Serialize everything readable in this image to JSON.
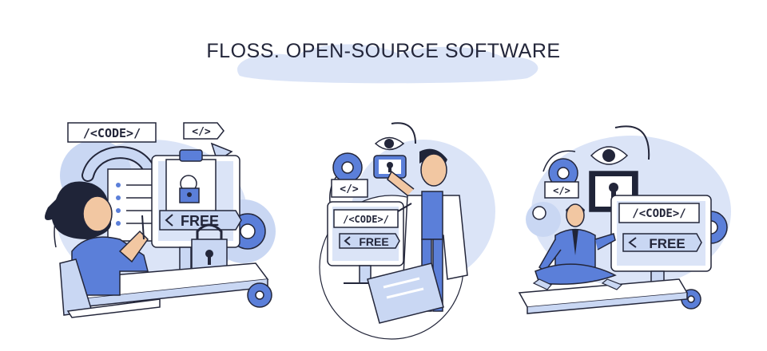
{
  "title": "FLOSS. OPEN-SOURCE SOFTWARE",
  "labels": {
    "code": "/<CODE>/",
    "tag": "</>",
    "free": "FREE"
  },
  "colors": {
    "ink": "#23263a",
    "blue": "#5b7fd9",
    "light_blue": "#c9d7f3",
    "pale_blue": "#dbe4f7",
    "white": "#ffffff",
    "skin": "#f2c7a2",
    "hair": "#1f2438"
  },
  "icons": [
    "eye-icon",
    "lock-icon",
    "padlock-icon",
    "gear-icon",
    "chevron-left-icon",
    "arrow-icon"
  ]
}
